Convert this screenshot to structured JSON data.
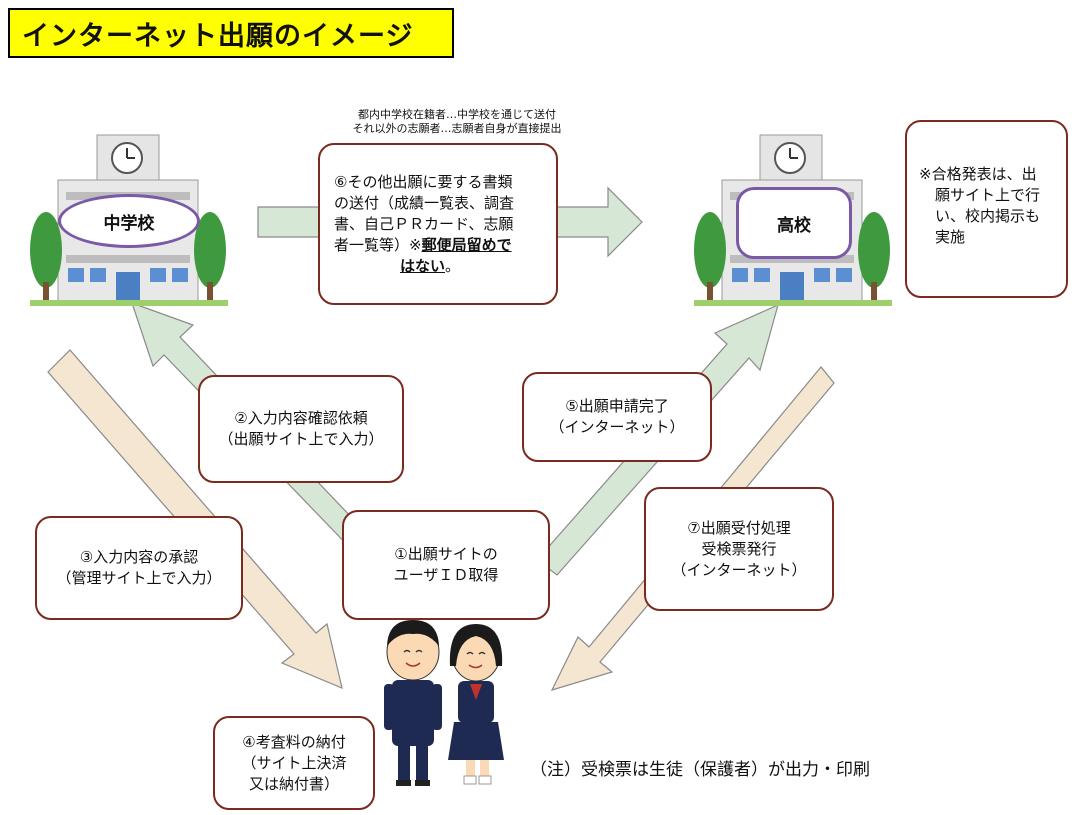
{
  "title": "インターネット出願のイメージ",
  "junior_high": {
    "label": "中学校"
  },
  "high_school": {
    "label": "高校"
  },
  "top_note": {
    "line1": "都内中学校在籍者…中学校を通じて送付",
    "line2": "それ以外の志願者…志願者自身が直接提出"
  },
  "step6": {
    "line1": "⑥その他出願に要する書類",
    "line2": "の送付（成績一覧表、調査",
    "line3": "書、自己ＰＲカード、志願",
    "line4_plain": "者一覧等）※",
    "line4_bold": "郵便局留めで",
    "line5_bold": "はない",
    "line5_plain": "。"
  },
  "announce": {
    "line1": "※合格発表は、出",
    "line2": "願サイト上で行",
    "line3": "い、校内掲示も",
    "line4": "実施"
  },
  "step2": {
    "line1": "②入力内容確認依頼",
    "line2": "（出願サイト上で入力）"
  },
  "step5": {
    "line1": "⑤出願申請完了",
    "line2": "（インターネット）"
  },
  "step3": {
    "line1": "③入力内容の承認",
    "line2": "（管理サイト上で入力）"
  },
  "step1": {
    "line1": "①出願サイトの",
    "line2": "ユーザＩＤ取得"
  },
  "step7": {
    "line1": "⑦出願受付処理",
    "line2": "受検票発行",
    "line3": "（インターネット）"
  },
  "step4": {
    "line1": "④考査料の納付",
    "line2": "（サイト上決済",
    "line3": "又は納付書）"
  },
  "bottom_note": "（注）受検票は生徒（保護者）が出力・印刷",
  "colors": {
    "green_arrow": "#d6e7d6",
    "beige_arrow": "#f5e6d2",
    "box_border": "#7a2a1e",
    "oval_border": "#7a5aa6",
    "title_bg": "#ffff00"
  }
}
